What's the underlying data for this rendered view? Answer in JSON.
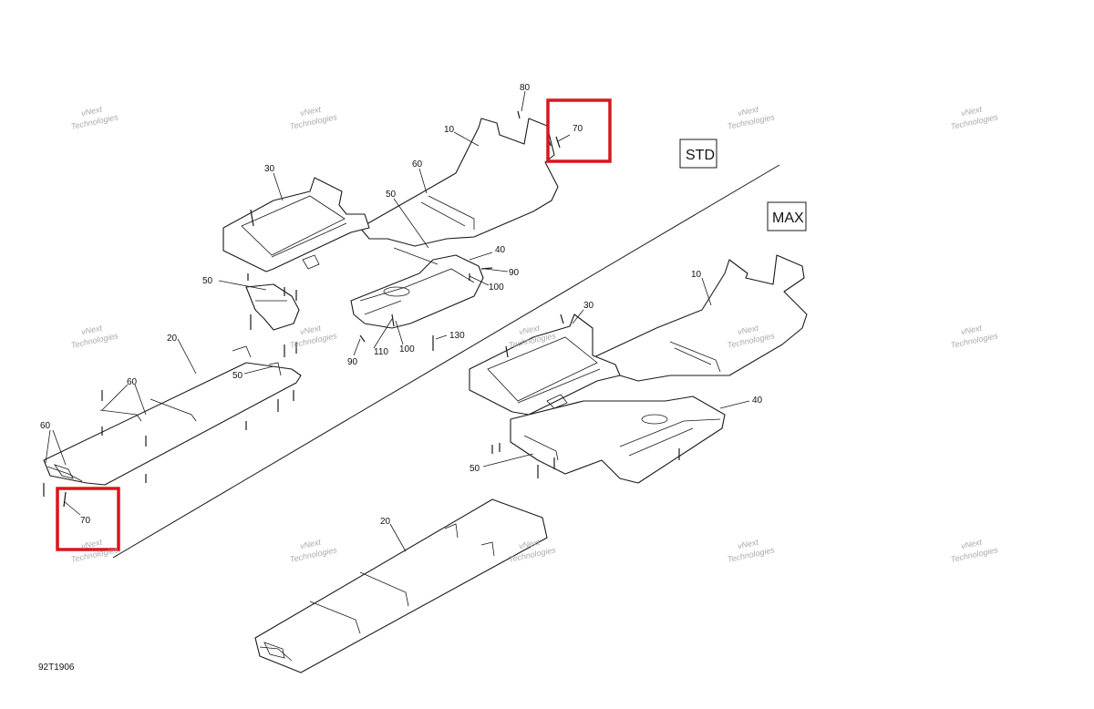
{
  "diagram_ref": "92T1906",
  "variants": {
    "std": "STD",
    "max": "MAX"
  },
  "watermark": {
    "line1": "vNext",
    "line2": "Technologies"
  },
  "callouts": {
    "c80": "80",
    "c70_top": "70",
    "c10_std": "10",
    "c30_std": "30",
    "c60_std": "60",
    "c50_a": "50",
    "c40_std": "40",
    "c90_a": "90",
    "c100_a": "100",
    "c50_b": "50",
    "c110": "110",
    "c100_b": "100",
    "c90_b": "90",
    "c130": "130",
    "c20_std": "20",
    "c50_c": "50",
    "c60_b": "60",
    "c60_c": "60",
    "c70_bottom": "70",
    "c10_max": "10",
    "c30_max": "30",
    "c40_max": "40",
    "c50_max": "50",
    "c20_max": "20"
  },
  "colors": {
    "highlight": "#d9161c",
    "line": "#1a1a1a",
    "watermark": "#aaaaaa"
  }
}
